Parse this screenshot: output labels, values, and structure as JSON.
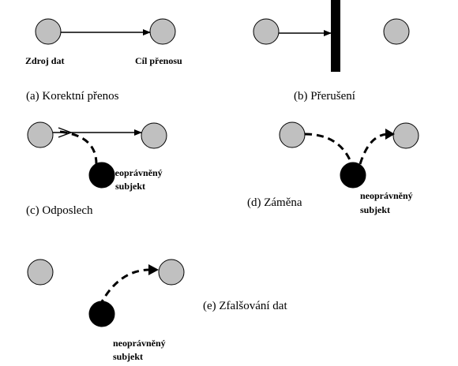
{
  "panel_a": {
    "source_label": "Zdroj dat",
    "target_label": "Cíl přenosu",
    "caption": "(a) Korektní přenos"
  },
  "panel_b": {
    "caption": "(b) Přerušení"
  },
  "panel_c": {
    "attacker_label_1": "neoprávněný",
    "attacker_label_2": "subjekt",
    "caption": "(c) Odposlech"
  },
  "panel_d": {
    "attacker_label_1": "neoprávněný",
    "attacker_label_2": "subjekt",
    "caption": "(d) Záměna"
  },
  "panel_e": {
    "attacker_label_1": "neoprávněný",
    "attacker_label_2": "subjekt",
    "caption": "(e) Zfalšování dat"
  },
  "colors": {
    "node": "#c0c0c0",
    "attacker": "#000000",
    "line": "#000000"
  }
}
